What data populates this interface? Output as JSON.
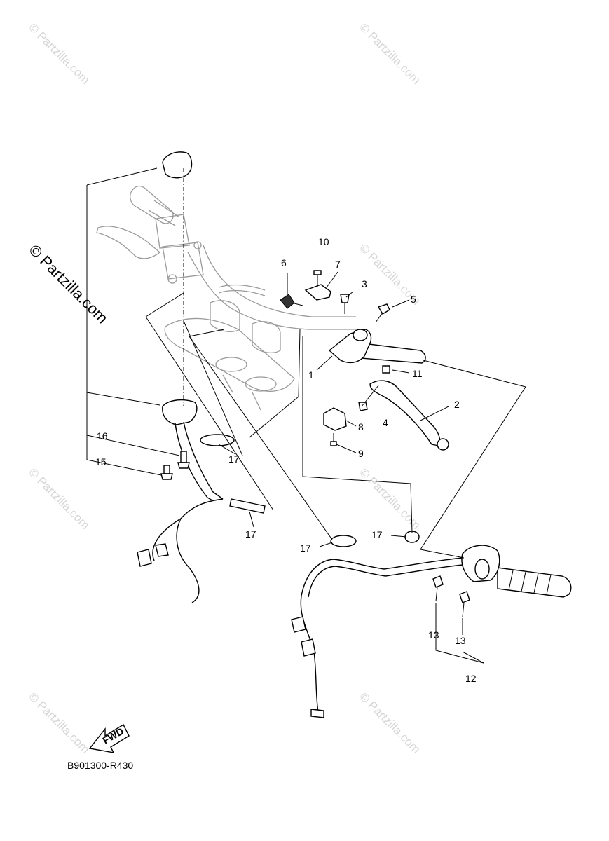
{
  "watermark": {
    "text": "© Partzilla.com",
    "brand": "Partzilla.com"
  },
  "callouts": {
    "c1": "1",
    "c2": "2",
    "c3": "3",
    "c4": "4",
    "c5": "5",
    "c6": "6",
    "c7": "7",
    "c8": "8",
    "c9": "9",
    "c10": "10",
    "c11": "11",
    "c12": "12",
    "c13a": "13",
    "c13b": "13",
    "c15": "15",
    "c16": "16",
    "c17a": "17",
    "c17b": "17",
    "c17c": "17",
    "c17d": "17"
  },
  "fwd_label": "FWD",
  "diagram_code": "B901300-R430"
}
